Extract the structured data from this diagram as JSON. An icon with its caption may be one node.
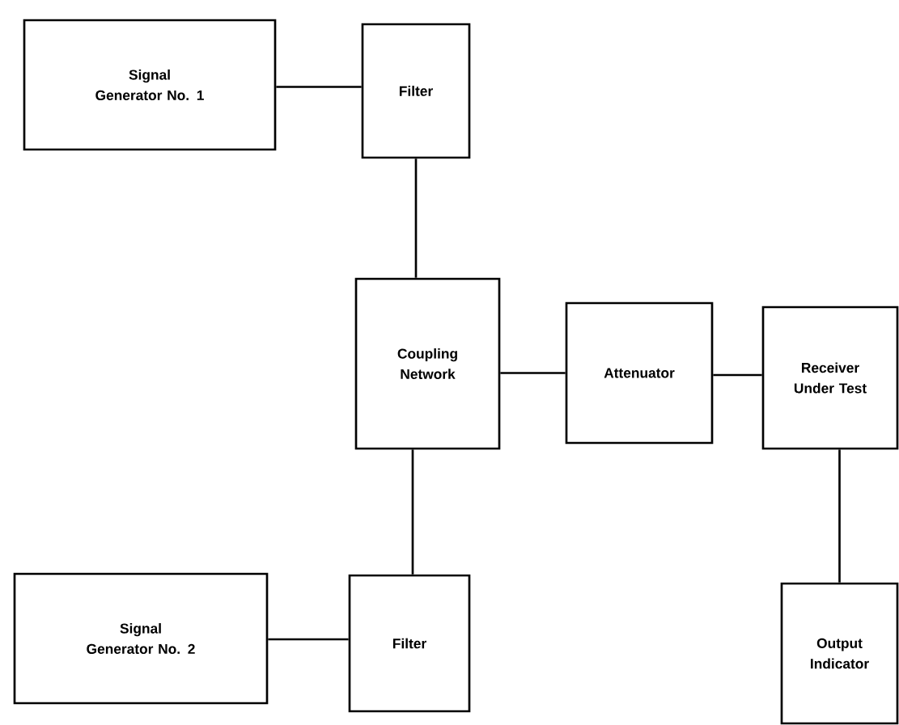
{
  "diagram": {
    "nodes": [
      {
        "text": [
          "Signal Generator No. 1"
        ]
      },
      {
        "text": [
          "Filter"
        ]
      },
      {
        "text": [
          "Coupling Network"
        ]
      },
      {
        "text": [
          "Attenuator"
        ]
      },
      {
        "text": [
          "Receiver Under Test"
        ]
      },
      {
        "text": [
          "Signal Generator No. 2"
        ]
      },
      {
        "text": [
          "Filter"
        ]
      },
      {
        "text": [
          "Output Indicator"
        ]
      }
    ],
    "edges": [
      {
        "from": 0,
        "to": 1,
        "arrow": "none"
      },
      {
        "from": 1,
        "to": 2,
        "arrow": "none"
      },
      {
        "from": 2,
        "to": 3,
        "arrow": "none"
      },
      {
        "from": 3,
        "to": 4,
        "arrow": "none"
      },
      {
        "from": 2,
        "to": 6,
        "arrow": "none"
      },
      {
        "from": 5,
        "to": 6,
        "arrow": "none"
      },
      {
        "from": 4,
        "to": 7,
        "arrow": "none"
      }
    ]
  }
}
